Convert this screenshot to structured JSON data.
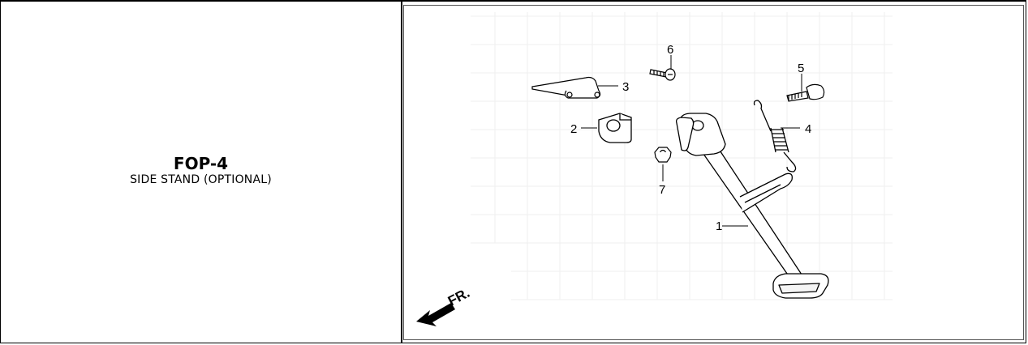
{
  "figure": {
    "code": "FOP-4",
    "title": "SIDE STAND (OPTIONAL)"
  },
  "diagram": {
    "direction_label": "FR.",
    "callouts": [
      "1",
      "2",
      "3",
      "4",
      "5",
      "6",
      "7"
    ]
  }
}
